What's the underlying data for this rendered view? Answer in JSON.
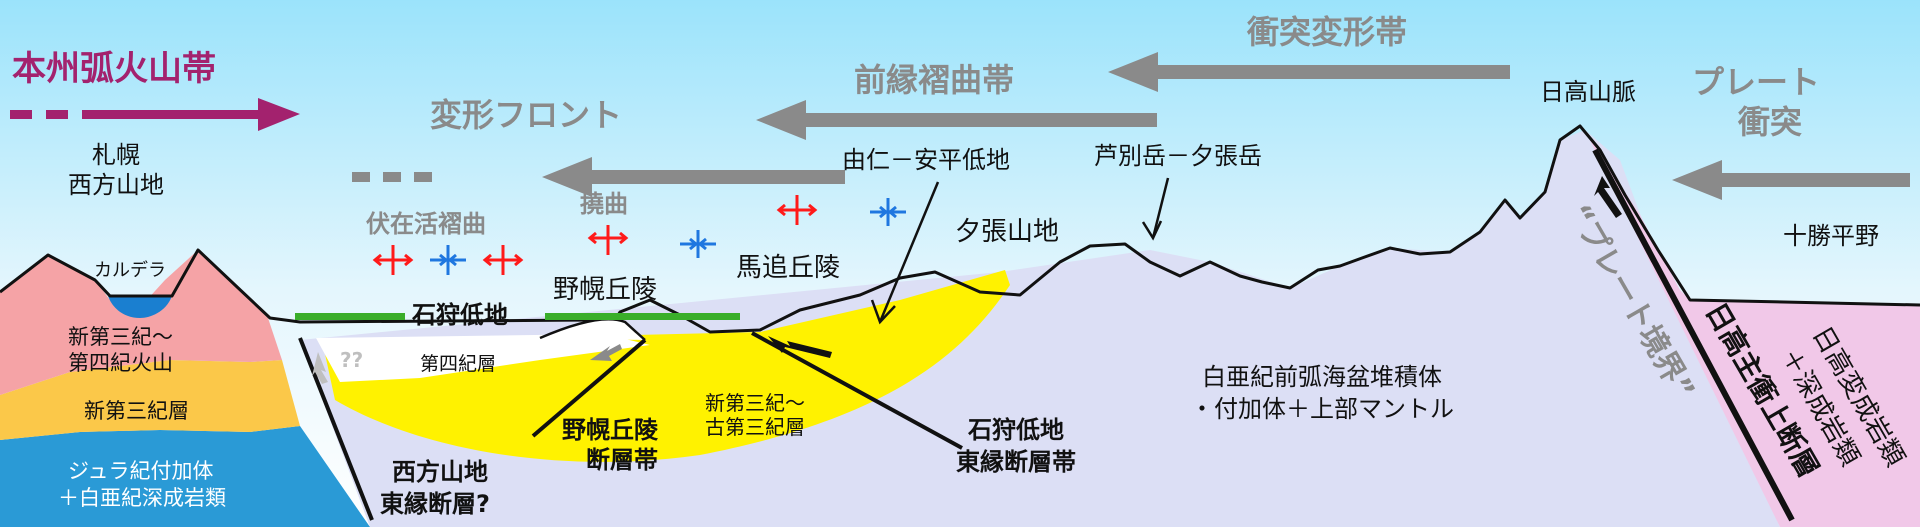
{
  "header": {
    "volcanic_belt": "本州弧火山帯",
    "collision_belt": "衝突変形帯",
    "foreland_fold_belt": "前縁褶曲帯",
    "deformation_front": "変形フロント",
    "plate_collision_line1": "プレート",
    "plate_collision_line2": "衝突"
  },
  "place_names": {
    "sapporo_line1": "札幌",
    "sapporo_line2": "西方山地",
    "yuni_abira_lowland": "由仁－安平低地",
    "ashibetsu_yubari": "芦別岳－夕張岳",
    "yubari_mountains": "夕張山地",
    "hidaka_mountains": "日高山脈",
    "tokachi_plain": "十勝平野",
    "ishikari_lowland": "石狩低地",
    "nopporo_hills": "野幌丘陵",
    "umaoi_hills": "馬追丘陵",
    "blind_fold": "伏在活褶曲",
    "flexure": "撓曲",
    "caldera": "カルデラ"
  },
  "layers": {
    "neogene_quaternary_volcanics_line1": "新第三紀～",
    "neogene_quaternary_volcanics_line2": "第四紀火山",
    "neogene_strata": "新第三紀層",
    "jurassic_line1": "ジュラ紀付加体",
    "jurassic_line2": "＋白亜紀深成岩類",
    "quaternary_strata": "第四紀層",
    "unknown_marks": "??",
    "paleogene_line1": "新第三紀～",
    "paleogene_line2": "古第三紀層",
    "forearc_line1": "白亜紀前弧海盆堆積体",
    "forearc_line2": "・付加体＋上部マントル",
    "hidaka_metamorphic_line1": "日高変成岩類",
    "hidaka_metamorphic_line2": "＋深成岩類"
  },
  "faults": {
    "nopporo_fault_line1": "野幌丘陵",
    "nopporo_fault_line2": "断層帯",
    "western_mtn_fault_line1": "西方山地",
    "western_mtn_fault_line2": "東縁断層?",
    "ishikari_east_fault_line1": "石狩低地",
    "ishikari_east_fault_line2": "東縁断層帯",
    "plate_boundary": "“プレート境界”",
    "hidaka_main_thrust": "日高主衝上断層"
  },
  "colors": {
    "volcanic_belt_magenta": "#a3226e",
    "gray_arrow": "#8a8a8a",
    "volcanic_pink": "#f5a3a6",
    "neogene_orange": "#fbc849",
    "jurassic_blue": "#2a9ad6",
    "caldera_blue": "#1a7fd0",
    "basin_yellow": "#fff200",
    "forearc_lavender": "#dcdff5",
    "hidaka_pink": "#f1c8e8",
    "lowland_green": "#3aae2a",
    "fold_red": "#ff1a1a",
    "fold_blue": "#1f77e0"
  }
}
